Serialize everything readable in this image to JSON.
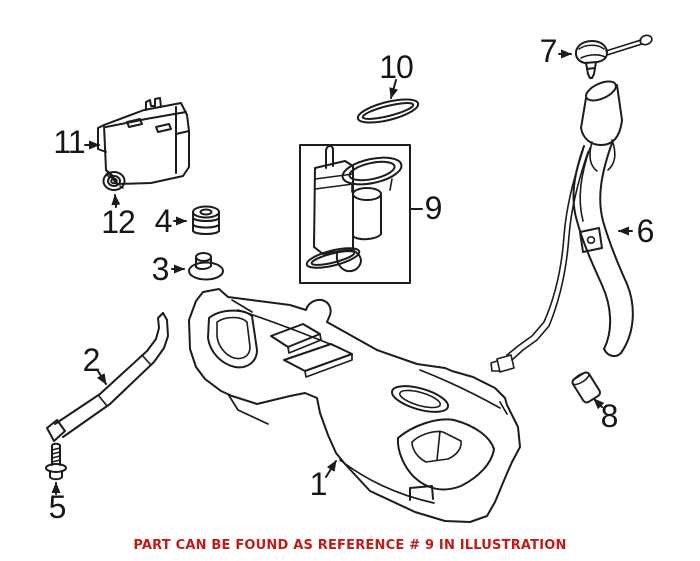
{
  "diagram": {
    "kind": "exploded-parts-illustration"
  },
  "colors": {
    "background": "#ffffff",
    "line_art": "#1c1c1c",
    "caption": "#c11a1a"
  },
  "callouts": [
    {
      "number": "1"
    },
    {
      "number": "2"
    },
    {
      "number": "3"
    },
    {
      "number": "4"
    },
    {
      "number": "5"
    },
    {
      "number": "6"
    },
    {
      "number": "7"
    },
    {
      "number": "8"
    },
    {
      "number": "9"
    },
    {
      "number": "10"
    },
    {
      "number": "11"
    },
    {
      "number": "12"
    }
  ],
  "caption": {
    "text": "PART CAN BE FOUND AS REFERENCE # 9 IN ILLUSTRATION"
  }
}
